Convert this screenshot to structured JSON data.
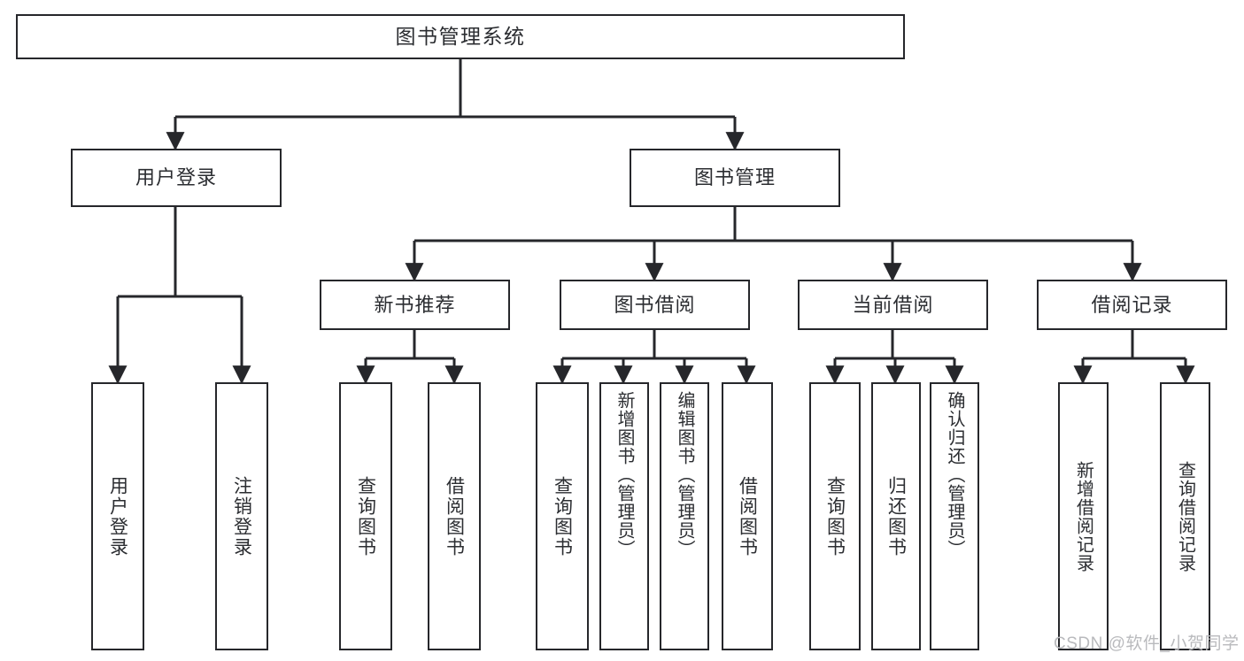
{
  "diagram": {
    "title": "图书管理系统",
    "type": "tree",
    "watermark": "CSDN @软件_小贺同学",
    "colors": {
      "stroke": "#26272b",
      "fill": "#ffffff",
      "text": "#2b2d31",
      "watermark": "#b9babd"
    },
    "root": {
      "label": "图书管理系统"
    },
    "level1": [
      {
        "id": "user-login",
        "label": "用户登录"
      },
      {
        "id": "book-manage",
        "label": "图书管理"
      }
    ],
    "level2": [
      {
        "id": "new-book-rec",
        "label": "新书推荐",
        "parent": "book-manage"
      },
      {
        "id": "book-borrow",
        "label": "图书借阅",
        "parent": "book-manage"
      },
      {
        "id": "current-borrow",
        "label": "当前借阅",
        "parent": "book-manage"
      },
      {
        "id": "borrow-record",
        "label": "借阅记录",
        "parent": "book-manage"
      }
    ],
    "leaves": [
      {
        "id": "leaf-user-login",
        "label": "用户登录",
        "parent": "user-login"
      },
      {
        "id": "leaf-user-logout",
        "label": "注销登录",
        "parent": "user-login"
      },
      {
        "id": "leaf-query-book-1",
        "label": "查询图书",
        "parent": "new-book-rec"
      },
      {
        "id": "leaf-borrow-book-1",
        "label": "借阅图书",
        "parent": "new-book-rec"
      },
      {
        "id": "leaf-query-book-2",
        "label": "查询图书",
        "parent": "book-borrow"
      },
      {
        "id": "leaf-add-book",
        "label": "新增图书（管理员）",
        "parent": "book-borrow"
      },
      {
        "id": "leaf-edit-book",
        "label": "编辑图书（管理员）",
        "parent": "book-borrow"
      },
      {
        "id": "leaf-borrow-book-2",
        "label": "借阅图书",
        "parent": "book-borrow"
      },
      {
        "id": "leaf-query-book-3",
        "label": "查询图书",
        "parent": "current-borrow"
      },
      {
        "id": "leaf-return-book",
        "label": "归还图书",
        "parent": "current-borrow"
      },
      {
        "id": "leaf-confirm-return",
        "label": "确认归还（管理员）",
        "parent": "current-borrow"
      },
      {
        "id": "leaf-add-record",
        "label": "新增借阅记录",
        "parent": "borrow-record"
      },
      {
        "id": "leaf-query-record",
        "label": "查询借阅记录",
        "parent": "borrow-record"
      }
    ]
  }
}
